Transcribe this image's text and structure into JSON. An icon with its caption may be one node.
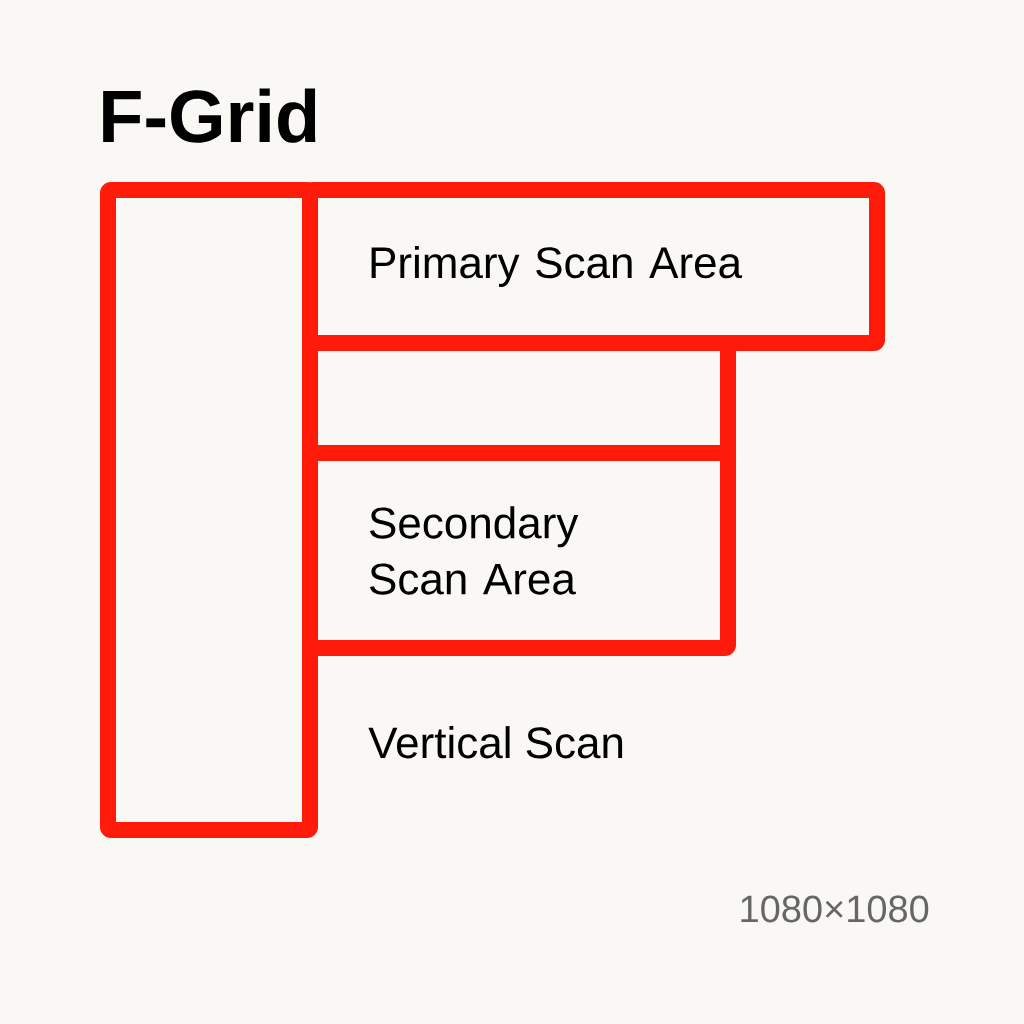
{
  "diagram": {
    "title": "F-Grid",
    "nodes": [
      {
        "text": [],
        "shape": "bar",
        "beside": [
          "Vertical Scan"
        ]
      },
      {
        "text": [
          "Primary Scan Area"
        ]
      },
      {
        "text": [],
        "shape": "box"
      },
      {
        "text": [
          "Secondary Scan Area"
        ]
      }
    ],
    "labels": [
      "1080×1080"
    ]
  }
}
